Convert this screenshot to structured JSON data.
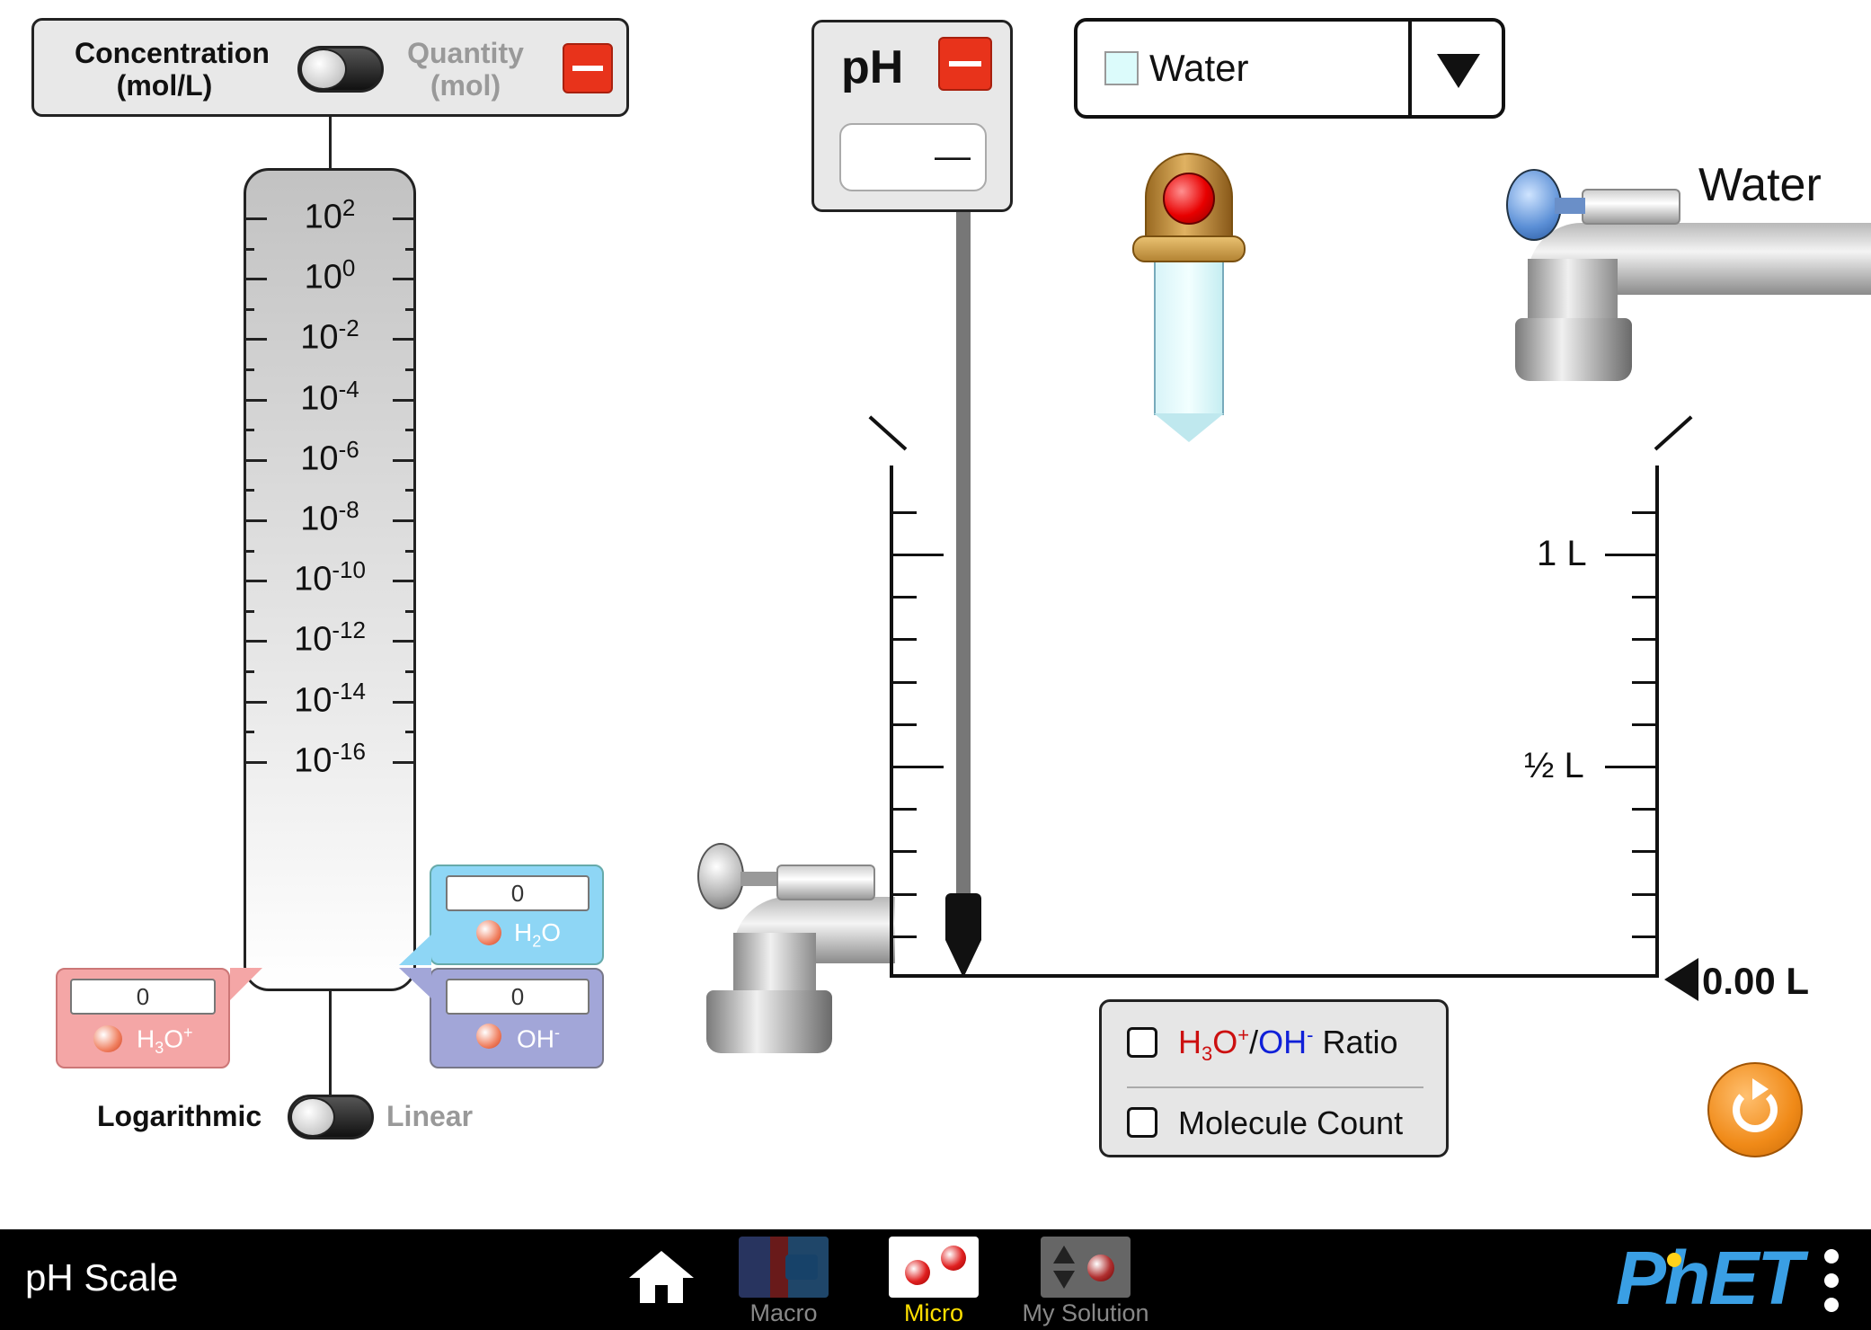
{
  "header_toggle": {
    "left_label_line1": "Concentration",
    "left_label_line2": "(mol/L)",
    "right_label_line1": "Quantity",
    "right_label_line2": "(mol)"
  },
  "graph": {
    "scale_labels": [
      {
        "base": "10",
        "exp": "2"
      },
      {
        "base": "10",
        "exp": "0"
      },
      {
        "base": "10",
        "exp": "-2"
      },
      {
        "base": "10",
        "exp": "-4"
      },
      {
        "base": "10",
        "exp": "-6"
      },
      {
        "base": "10",
        "exp": "-8"
      },
      {
        "base": "10",
        "exp": "-10"
      },
      {
        "base": "10",
        "exp": "-12"
      },
      {
        "base": "10",
        "exp": "-14"
      },
      {
        "base": "10",
        "exp": "-16"
      }
    ],
    "h2o": {
      "value": "0",
      "label_main": "H",
      "label_sub": "2",
      "label_end": "O"
    },
    "oh": {
      "value": "0",
      "label_main": "OH",
      "label_sup": "-"
    },
    "h3o": {
      "value": "0",
      "label_main": "H",
      "label_sub": "3",
      "label_mid": "O",
      "label_sup": "+"
    },
    "scale_toggle": {
      "left": "Logarithmic",
      "right": "Linear"
    }
  },
  "ph_meter": {
    "title": "pH",
    "value": "—"
  },
  "solute_select": {
    "selected": "Water",
    "swatch_color": "#dcfbfb"
  },
  "water_faucet": {
    "label": "Water"
  },
  "beaker": {
    "labels": {
      "one_liter": "1 L",
      "half_liter": "½ L"
    },
    "volume": "0.00 L"
  },
  "options": {
    "ratio": {
      "h3o_main": "H",
      "h3o_sub": "3",
      "h3o_mid": "O",
      "h3o_sup": "+",
      "slash": "/",
      "oh_main": "OH",
      "oh_sup": "-",
      "label": "Ratio",
      "checked": false
    },
    "molecule_count": {
      "label": "Molecule Count",
      "checked": false
    }
  },
  "navbar": {
    "title": "pH Scale",
    "tabs": [
      {
        "label": "Macro",
        "selected": false
      },
      {
        "label": "Micro",
        "selected": true
      },
      {
        "label": "My Solution",
        "selected": false
      }
    ],
    "brand": "PhET"
  },
  "colors": {
    "accent_red": "#e8331b",
    "h2o_blue": "#8ed6f5",
    "oh_purple": "#a2a6d8",
    "h3o_pink": "#f4a6a6",
    "reset_orange": "#f08a18",
    "navbar": "#000000",
    "selected_tab_text": "#ffe000"
  }
}
